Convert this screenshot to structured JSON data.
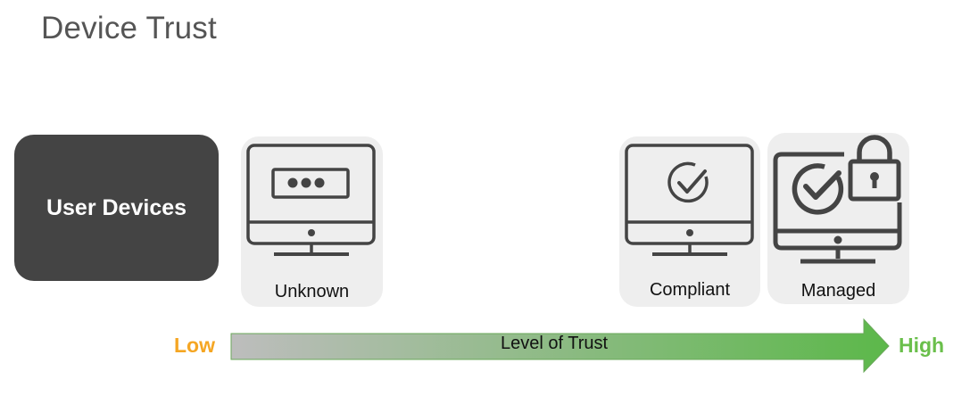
{
  "title": "Device Trust",
  "source_box": {
    "label": "User Devices"
  },
  "devices": [
    {
      "label": "Unknown",
      "icon": "monitor-password-icon"
    },
    {
      "label": "Compliant",
      "icon": "monitor-check-icon"
    },
    {
      "label": "Managed",
      "icon": "monitor-check-lock-icon"
    }
  ],
  "scale": {
    "low_label": "Low",
    "high_label": "High",
    "arrow_label": "Level of Trust",
    "colors": {
      "low": "#f5a623",
      "high": "#6abf4b",
      "gradient_start": "#bdbdbd",
      "gradient_end": "#5cb84a"
    }
  },
  "colors": {
    "dark_box": "#444444",
    "card_bg": "#eeeeee",
    "icon_stroke": "#444444"
  }
}
